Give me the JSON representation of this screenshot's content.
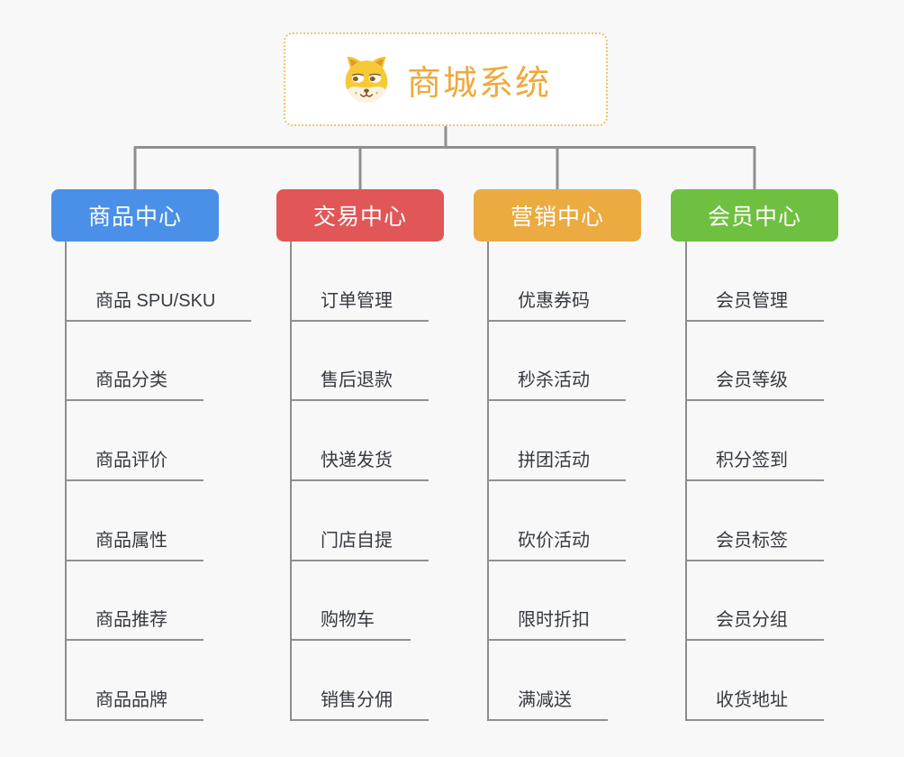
{
  "root": {
    "title": "商城系统",
    "icon": "dog-face-icon"
  },
  "branches": [
    {
      "label": "商品中心",
      "color": "#4a90e9",
      "items": [
        "商品 SPU/SKU",
        "商品分类",
        "商品评价",
        "商品属性",
        "商品推荐",
        "商品品牌"
      ]
    },
    {
      "label": "交易中心",
      "color": "#e15656",
      "items": [
        "订单管理",
        "售后退款",
        "快递发货",
        "门店自提",
        "购物车",
        "销售分佣"
      ]
    },
    {
      "label": "营销中心",
      "color": "#ebab40",
      "items": [
        "优惠券码",
        "秒杀活动",
        "拼团活动",
        "砍价活动",
        "限时折扣",
        "满减送"
      ]
    },
    {
      "label": "会员中心",
      "color": "#6fbf41",
      "items": [
        "会员管理",
        "会员等级",
        "积分签到",
        "会员标签",
        "会员分组",
        "收货地址"
      ]
    }
  ],
  "colors": {
    "background": "#f8f8f8",
    "connector": "#8f8f8f",
    "root_border": "#f2c26b",
    "root_text": "#efa93c",
    "leaf_line": "#909090",
    "leaf_text": "#363a40"
  }
}
